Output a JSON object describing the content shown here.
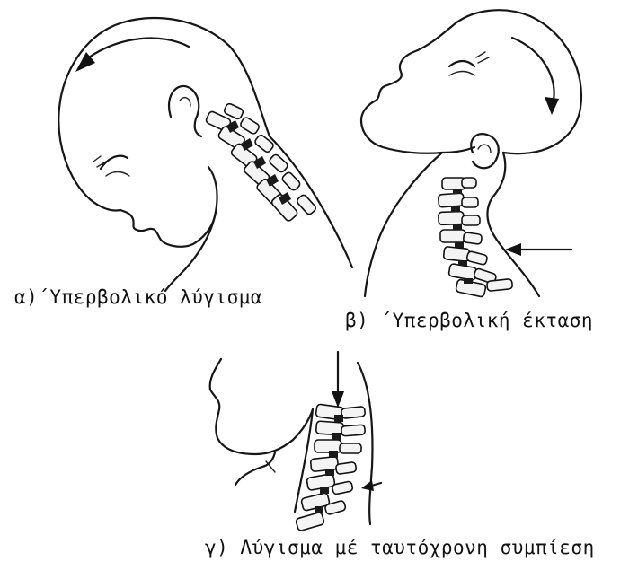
{
  "captions": {
    "a": "α)΄Υπερβολικό λύγισμα",
    "b": "β) ΄Υπερβολική έκταση",
    "c": "γ) Λύγισμα μέ ταυτόχρονη συμπίεση"
  }
}
